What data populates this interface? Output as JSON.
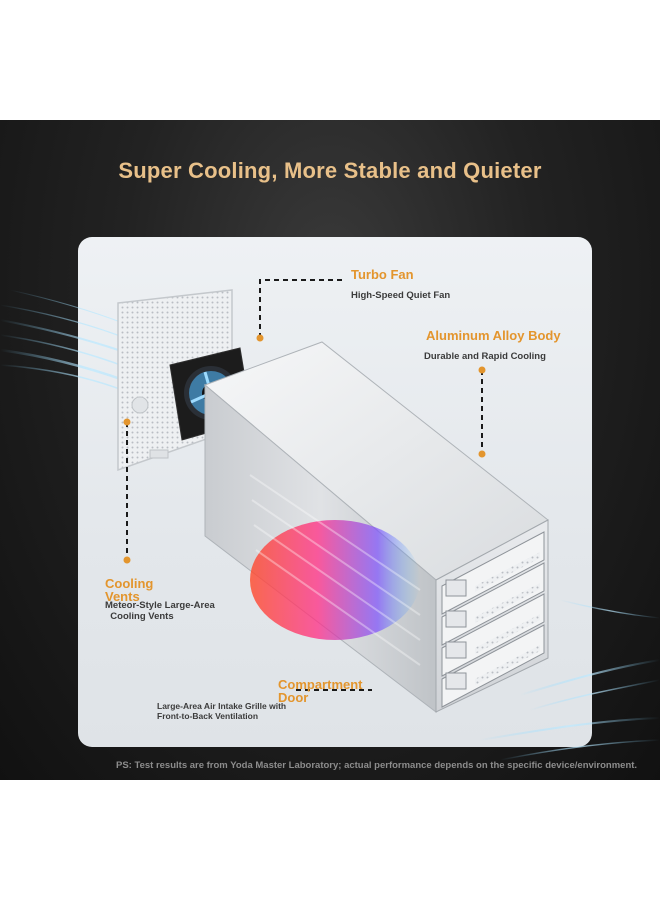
{
  "headline": "Super Cooling, More Stable and Quieter",
  "callouts": {
    "turbo_fan": {
      "title": "Turbo Fan",
      "subtitle": "High-Speed Quiet Fan"
    },
    "aluminum_body": {
      "title": "Aluminum Alloy Body",
      "subtitle": "Durable and Rapid Cooling"
    },
    "cooling_vents": {
      "title": "Cooling\nVents",
      "subtitle": "Meteor-Style Large-Area\n  Cooling Vents"
    },
    "compartment_door": {
      "title": "Compartment\nDoor",
      "subtitle": "Large-Area Air Intake Grille with\nFront-to-Back Ventilation"
    }
  },
  "footnote": "PS: Test results are from Yoda Master Laboratory; actual performance depends on the specific device/environment.",
  "colors": {
    "accent": "#e3952d",
    "headline": "#e8c089",
    "background": "#1a1a1a"
  },
  "icons": [
    "cooling-fan-icon",
    "drive-bay-icon"
  ]
}
